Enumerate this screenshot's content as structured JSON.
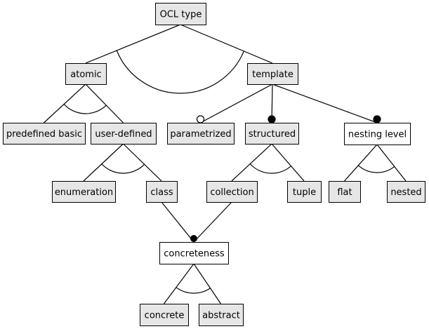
{
  "colors": {
    "grey_fill": "#e6e6e6",
    "white_fill": "#ffffff",
    "stroke": "#000000"
  },
  "nodes": {
    "ocl_type": "OCL type",
    "atomic": "atomic",
    "template": "template",
    "predefined_basic": "predefined basic",
    "user_defined": "user-defined",
    "parametrized": "parametrized",
    "structured": "structured",
    "nesting_level": "nesting level",
    "enumeration": "enumeration",
    "class": "class",
    "collection": "collection",
    "tuple": "tuple",
    "flat": "flat",
    "nested": "nested",
    "concreteness": "concreteness",
    "concrete": "concrete",
    "abstract": "abstract"
  },
  "node_fill": {
    "ocl_type": "grey",
    "atomic": "grey",
    "template": "grey",
    "predefined_basic": "grey",
    "user_defined": "grey",
    "parametrized": "grey",
    "structured": "grey",
    "nesting_level": "white",
    "enumeration": "grey",
    "class": "grey",
    "collection": "grey",
    "tuple": "grey",
    "flat": "grey",
    "nested": "grey",
    "concreteness": "white",
    "concrete": "grey",
    "abstract": "grey"
  },
  "edges": [
    {
      "from": "ocl_type",
      "to": "atomic",
      "end": "none"
    },
    {
      "from": "ocl_type",
      "to": "template",
      "end": "none"
    },
    {
      "from": "atomic",
      "to": "predefined_basic",
      "end": "none"
    },
    {
      "from": "atomic",
      "to": "user_defined",
      "end": "none"
    },
    {
      "from": "template",
      "to": "parametrized",
      "end": "optional"
    },
    {
      "from": "template",
      "to": "structured",
      "end": "mandatory"
    },
    {
      "from": "template",
      "to": "nesting_level",
      "end": "mandatory"
    },
    {
      "from": "user_defined",
      "to": "enumeration",
      "end": "none"
    },
    {
      "from": "user_defined",
      "to": "class",
      "end": "none"
    },
    {
      "from": "structured",
      "to": "collection",
      "end": "none"
    },
    {
      "from": "structured",
      "to": "tuple",
      "end": "none"
    },
    {
      "from": "nesting_level",
      "to": "flat",
      "end": "none"
    },
    {
      "from": "nesting_level",
      "to": "nested",
      "end": "none"
    },
    {
      "from": "class",
      "to": "concreteness",
      "end": "none"
    },
    {
      "from": "collection",
      "to": "concreteness",
      "end": "none"
    },
    {
      "from": "concreteness",
      "to": "concrete",
      "end": "none"
    },
    {
      "from": "concreteness",
      "to": "abstract",
      "end": "none"
    }
  ],
  "alternative_groups": [
    {
      "parent": "ocl_type",
      "children": [
        "atomic",
        "template"
      ]
    },
    {
      "parent": "atomic",
      "children": [
        "predefined_basic",
        "user_defined"
      ]
    },
    {
      "parent": "user_defined",
      "children": [
        "enumeration",
        "class"
      ]
    },
    {
      "parent": "structured",
      "children": [
        "collection",
        "tuple"
      ]
    },
    {
      "parent": "nesting_level",
      "children": [
        "flat",
        "nested"
      ]
    },
    {
      "parent": "concreteness",
      "children": [
        "concrete",
        "abstract"
      ]
    }
  ]
}
